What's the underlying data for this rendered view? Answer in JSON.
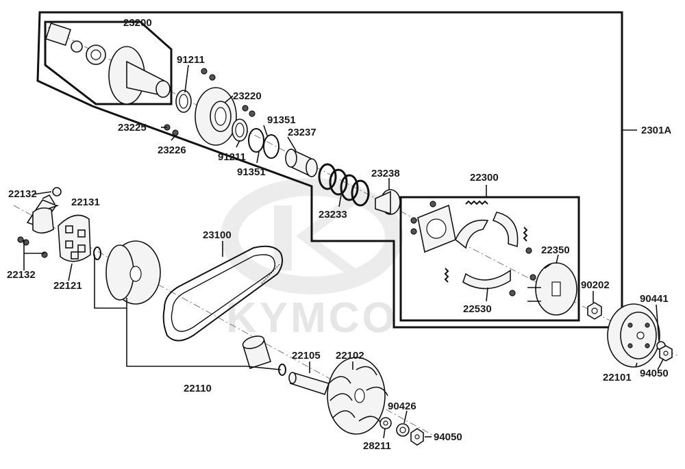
{
  "watermark": {
    "brand": "KYMCO"
  },
  "parts": [
    {
      "id": "23200"
    },
    {
      "id": "91211"
    },
    {
      "id": "23220"
    },
    {
      "id": "23225"
    },
    {
      "id": "23226"
    },
    {
      "id": "91351"
    },
    {
      "id": "23237"
    },
    {
      "id": "91211"
    },
    {
      "id": "91351"
    },
    {
      "id": "23238"
    },
    {
      "id": "23233"
    },
    {
      "id": "22300"
    },
    {
      "id": "22350"
    },
    {
      "id": "22530"
    },
    {
      "id": "90202"
    },
    {
      "id": "2301A"
    },
    {
      "id": "22132"
    },
    {
      "id": "22131"
    },
    {
      "id": "22132"
    },
    {
      "id": "22121"
    },
    {
      "id": "23100"
    },
    {
      "id": "22110"
    },
    {
      "id": "22105"
    },
    {
      "id": "22102"
    },
    {
      "id": "90426"
    },
    {
      "id": "28211"
    },
    {
      "id": "94050"
    },
    {
      "id": "90441"
    },
    {
      "id": "94050"
    },
    {
      "id": "22101"
    }
  ],
  "colors": {
    "line": "#111111",
    "watermark": "#e6e6e6",
    "part_fill": "#f4f4f4"
  }
}
